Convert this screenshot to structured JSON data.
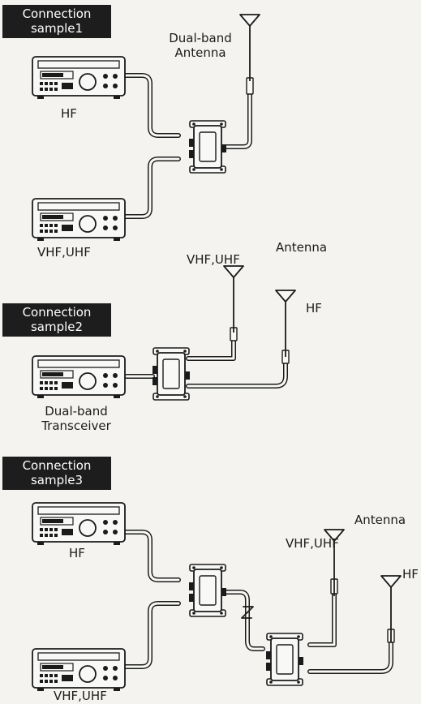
{
  "samples": [
    {
      "badge": [
        "Connection",
        "sample1"
      ],
      "radio1_label": "HF",
      "radio2_label": "VHF,UHF",
      "antenna_label": [
        "Dual-band",
        "Antenna"
      ]
    },
    {
      "badge": [
        "Connection",
        "sample2"
      ],
      "radio_label": [
        "Dual-band",
        "Transceiver"
      ],
      "antenna_group_label": "Antenna",
      "antenna_vu_label": "VHF,UHF",
      "antenna_hf_label": "HF"
    },
    {
      "badge": [
        "Connection",
        "sample3"
      ],
      "radio1_label": "HF",
      "radio2_label": "VHF,UHF",
      "antenna_group_label": "Antenna",
      "antenna_vu_label": "VHF,UHF",
      "antenna_hf_label": "HF"
    }
  ],
  "colors": {
    "ink": "#1b1b1b",
    "badge": "#1d1d1d",
    "paper": "#f4f3ef"
  }
}
